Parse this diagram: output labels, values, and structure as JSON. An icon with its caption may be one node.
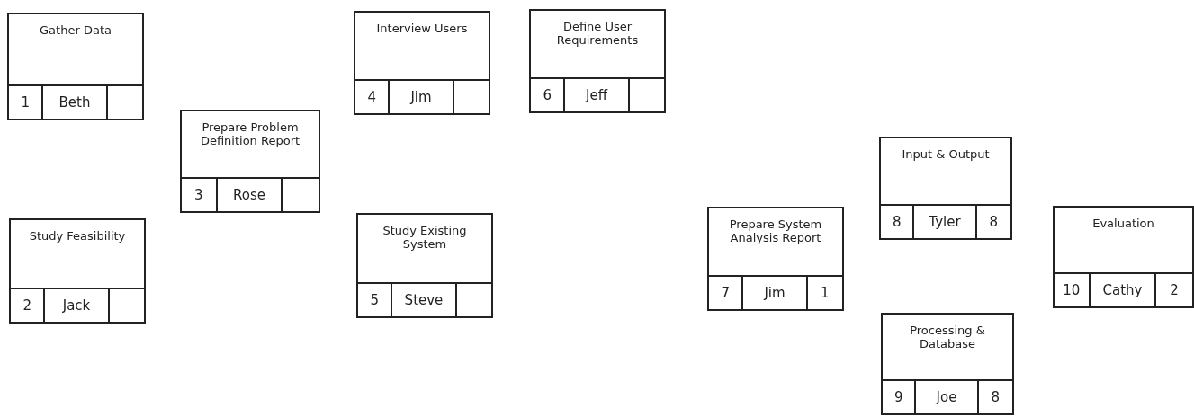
{
  "diagram": {
    "nodes": [
      {
        "text": [
          "Gather Data",
          "1",
          "Beth"
        ]
      },
      {
        "text": [
          "Study Feasibility",
          "2",
          "Jack"
        ]
      },
      {
        "text": [
          "Prepare Problem Definition Report",
          "3",
          "Rose"
        ]
      },
      {
        "text": [
          "Interview Users",
          "4",
          "Jim"
        ]
      },
      {
        "text": [
          "Study Existing System",
          "5",
          "Steve"
        ]
      },
      {
        "text": [
          "Define User Requirements",
          "6",
          "Jeff"
        ]
      },
      {
        "text": [
          "Prepare System Analysis Report",
          "7",
          "Jim",
          "1"
        ]
      },
      {
        "text": [
          "Input & Output",
          "8",
          "Tyler",
          "8"
        ]
      },
      {
        "text": [
          "Processing & Database",
          "9",
          "Joe",
          "8"
        ]
      },
      {
        "text": [
          "Evaluation",
          "10",
          "Cathy",
          "2"
        ]
      }
    ]
  }
}
